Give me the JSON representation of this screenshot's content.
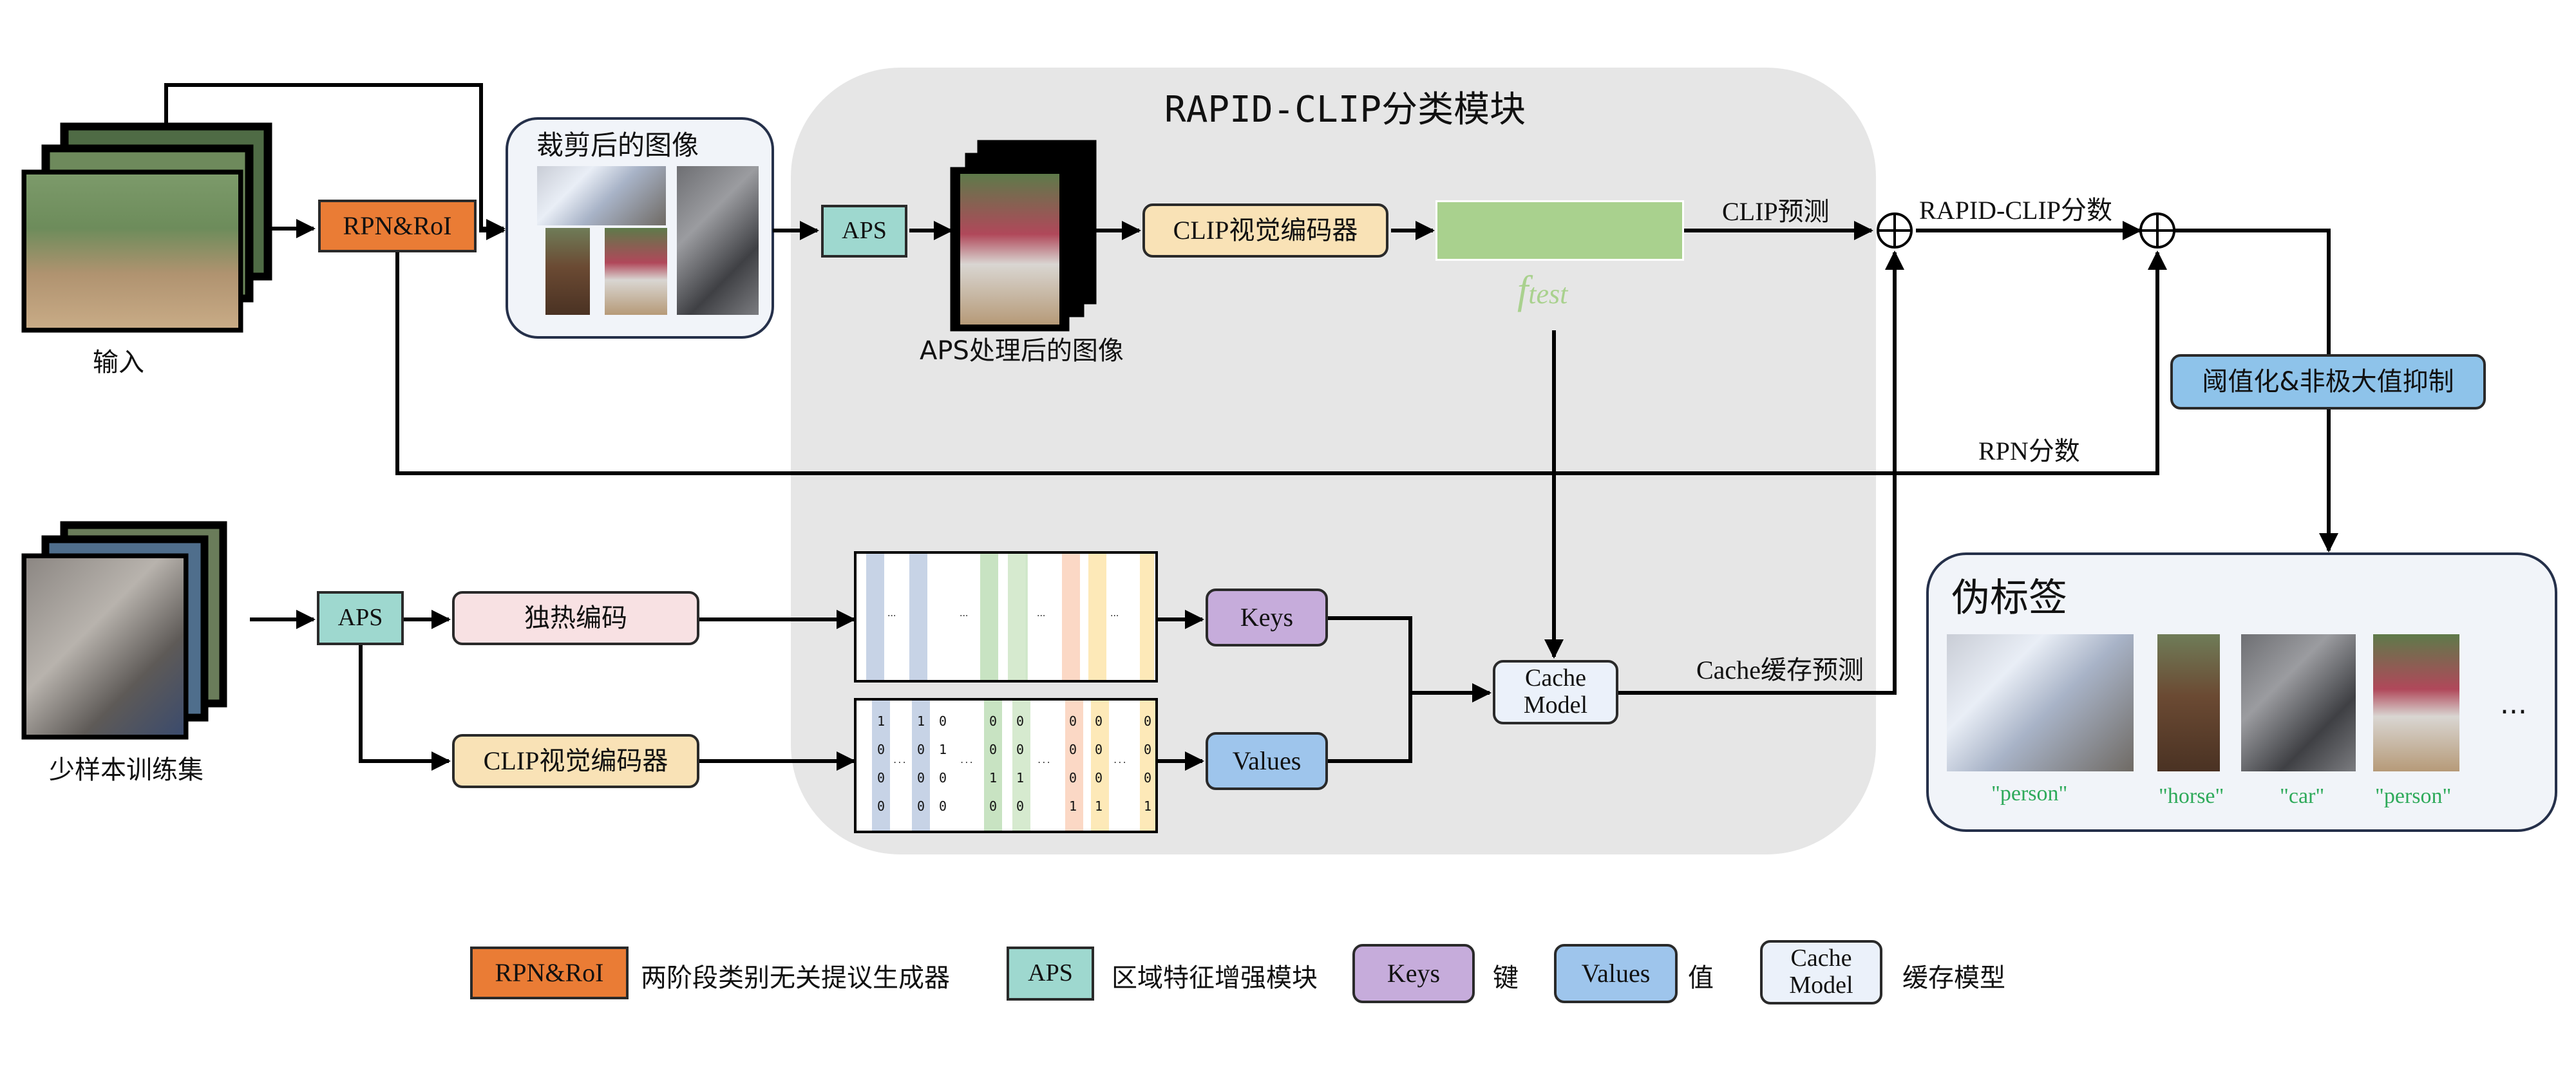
{
  "diagram": {
    "title": "RAPID-CLIP分类模块",
    "input_label": "输入",
    "cropped_label": "裁剪后的图像",
    "aps_processed_label": "APS处理后的图像",
    "fewshot_label": "少样本训练集",
    "nodes": {
      "rpn": "RPN&RoI",
      "aps_top": "APS",
      "aps_bottom": "APS",
      "clip_encoder_top": "CLIP视觉编码器",
      "clip_encoder_bottom": "CLIP视觉编码器",
      "onehot": "独热编码",
      "keys": "Keys",
      "values": "Values",
      "cache_line1": "Cache",
      "cache_line2": "Model",
      "threshold_nms": "阈值化&非极大值抑制"
    },
    "feature_symbol": "f",
    "feature_subscript": "test",
    "edge_labels": {
      "clip_pred": "CLIP预测",
      "rapid_score": "RAPID-CLIP分数",
      "rpn_score": "RPN分数",
      "cache_pred": "Cache缓存预测"
    },
    "keys_matrix_dots": [
      "...",
      "...",
      "...",
      "..."
    ],
    "values_matrix": {
      "col1": [
        "1",
        "0",
        "0",
        "0"
      ],
      "col2": [
        "1",
        "0",
        "0",
        "0"
      ],
      "col3": [
        "0",
        "1",
        "0",
        "0"
      ],
      "col4": [
        "0",
        "0",
        "1",
        "0"
      ],
      "col5": [
        "0",
        "0",
        "1",
        "0"
      ],
      "col6": [
        "0",
        "0",
        "0",
        "1"
      ],
      "col7": [
        "0",
        "0",
        "0",
        "1"
      ],
      "col8": [
        "0",
        "0",
        "0",
        "1"
      ],
      "dots": "..."
    },
    "pseudo_labels": {
      "title": "伪标签",
      "items": [
        "\"person\"",
        "\"horse\"",
        "\"car\"",
        "\"person\""
      ],
      "ellipsis": "..."
    },
    "legend": [
      {
        "key": "RPN&RoI",
        "desc": "两阶段类别无关提议生成器"
      },
      {
        "key": "APS",
        "desc": "区域特征增强模块"
      },
      {
        "key": "Keys",
        "desc": "键"
      },
      {
        "key": "Values",
        "desc": "值"
      },
      {
        "key1": "Cache",
        "key2": "Model",
        "desc": "缓存模型"
      }
    ],
    "colors": {
      "rpn": "#ea7c35",
      "aps": "#9ed8cf",
      "clip_encoder": "#f9e2b6",
      "onehot": "#f8e1e3",
      "keys": "#c6acdb",
      "values": "#9ec5ec",
      "cache": "#ebf1fa",
      "feature": "#a9d18e",
      "pseudo_label_text": "#2eaa5a",
      "module_bg": "#e6e6e6"
    }
  }
}
